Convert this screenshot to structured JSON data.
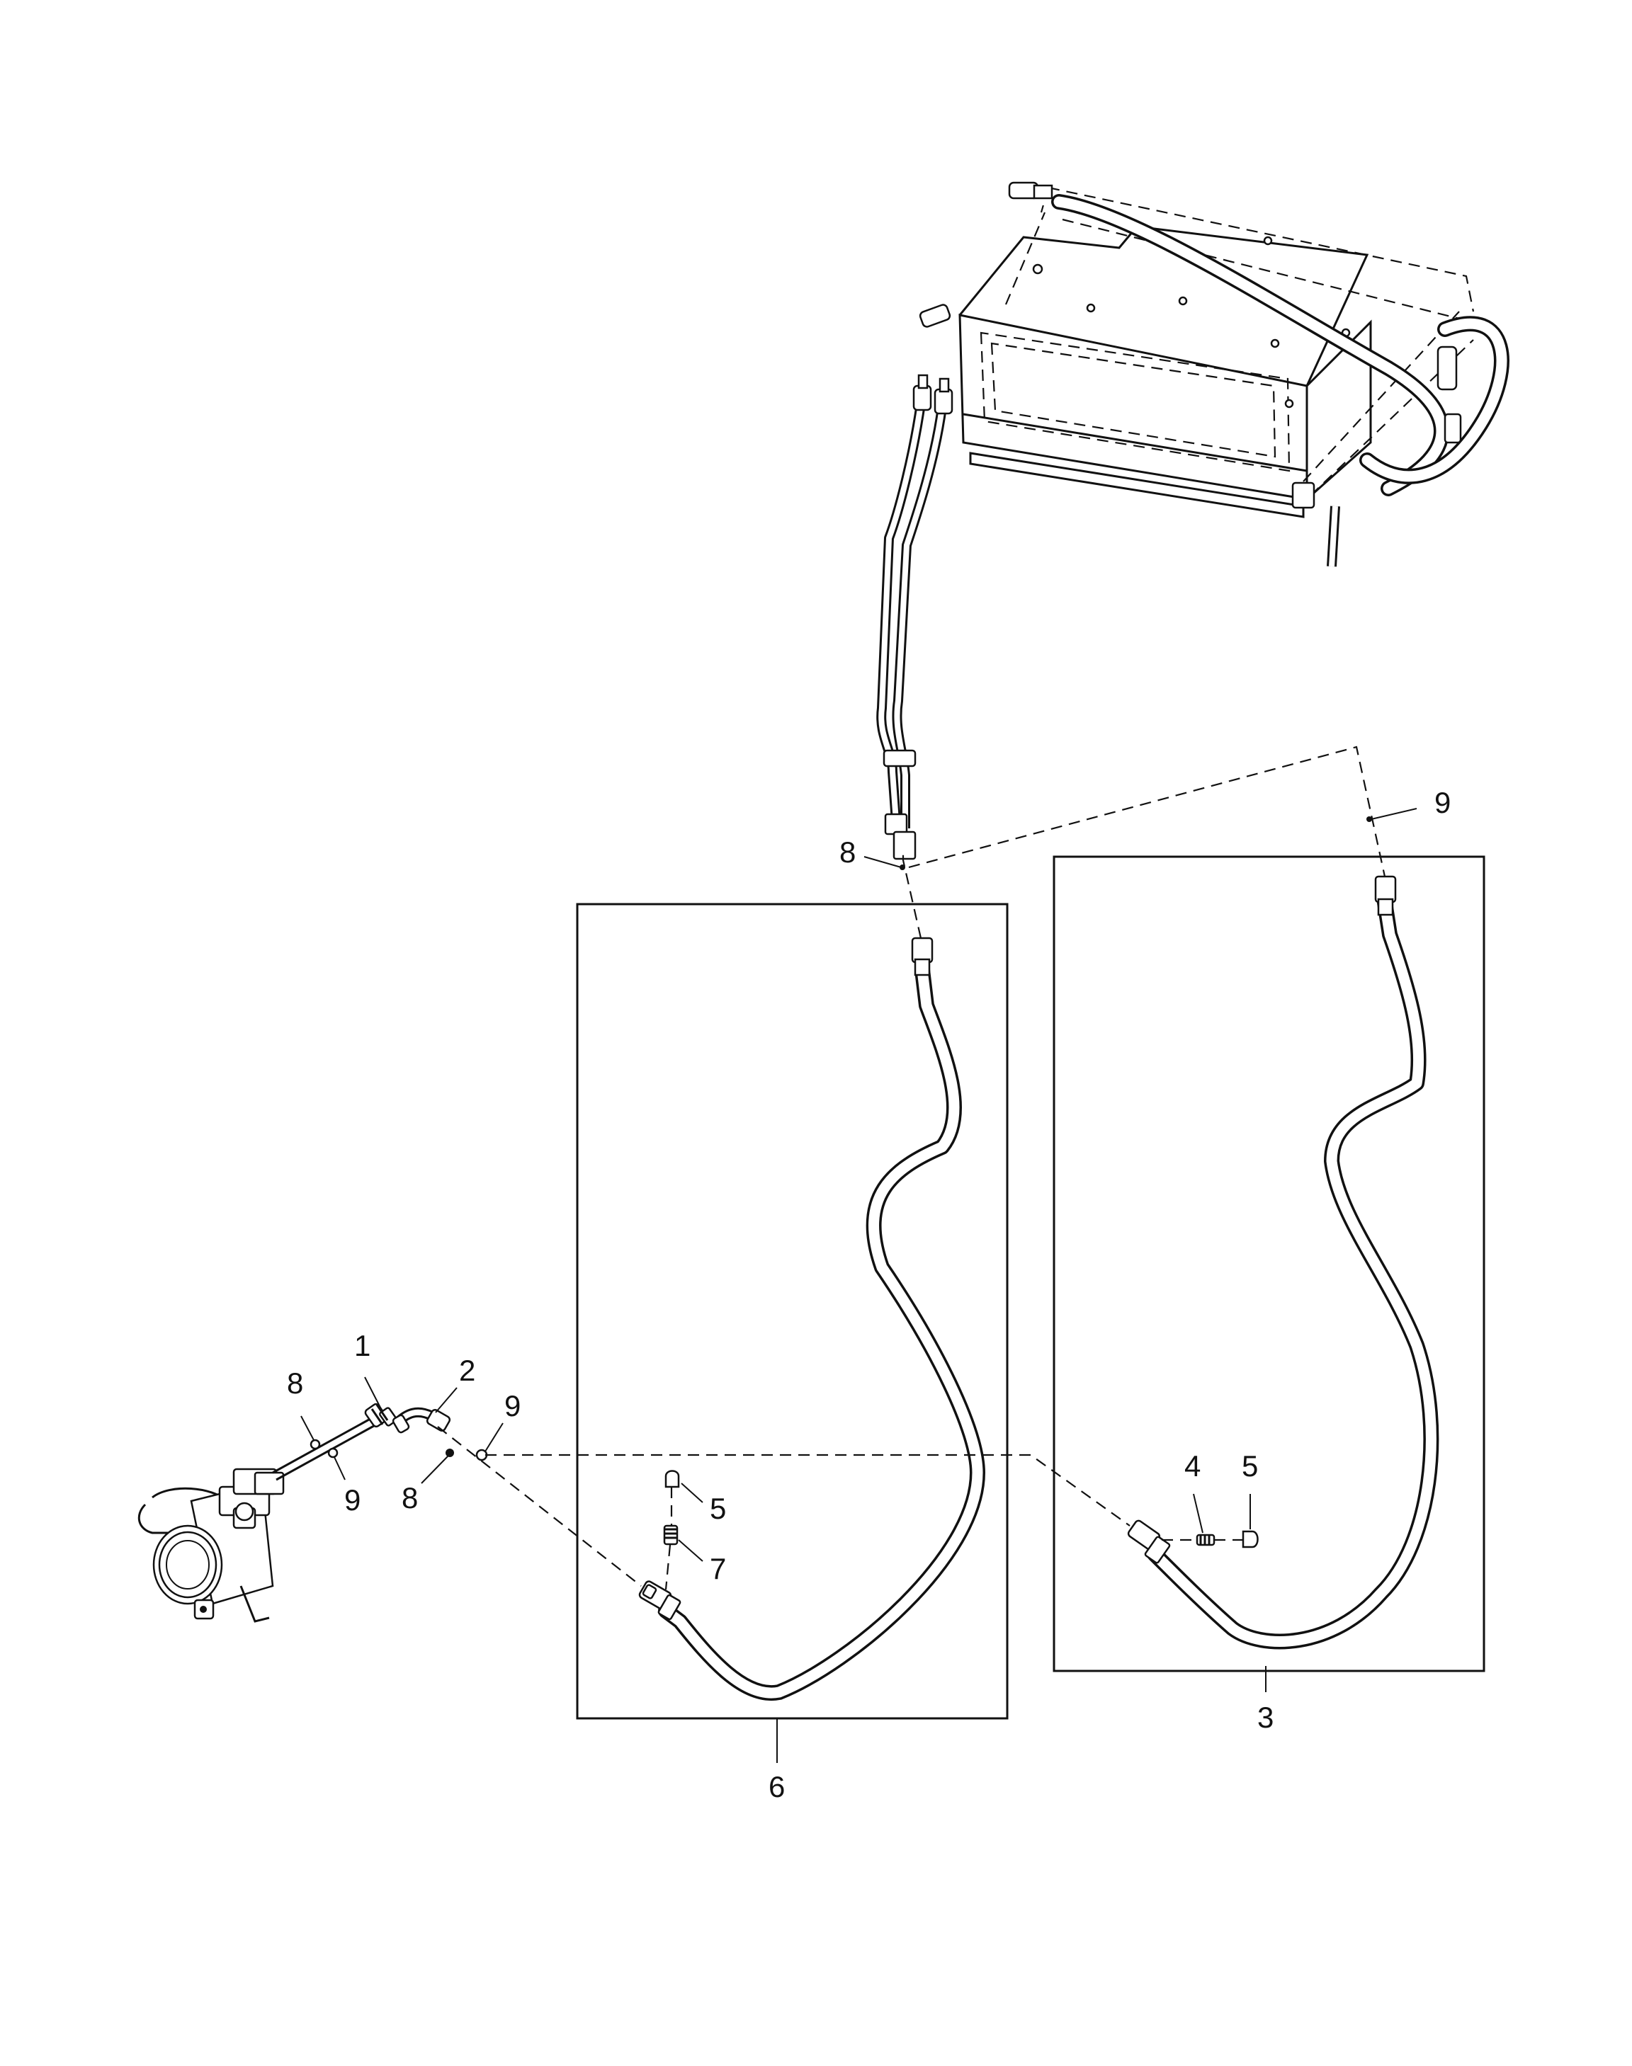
{
  "callouts": {
    "c1": "1",
    "c2": "2",
    "c3": "3",
    "c4": "4",
    "c5_left": "5",
    "c5_right": "5",
    "c6": "6",
    "c7": "7",
    "c8_top": "8",
    "c8_left": "8",
    "c8_mid": "8",
    "c9_top": "9",
    "c9_left": "9",
    "c9_mid": "9"
  },
  "components": [
    "condenser-unit",
    "compressor",
    "hose-assembly-6",
    "hose-assembly-3",
    "fitting-1",
    "fitting-2",
    "fitting-4",
    "cap-5",
    "valve-core-7",
    "o-ring-8",
    "o-ring-9"
  ]
}
